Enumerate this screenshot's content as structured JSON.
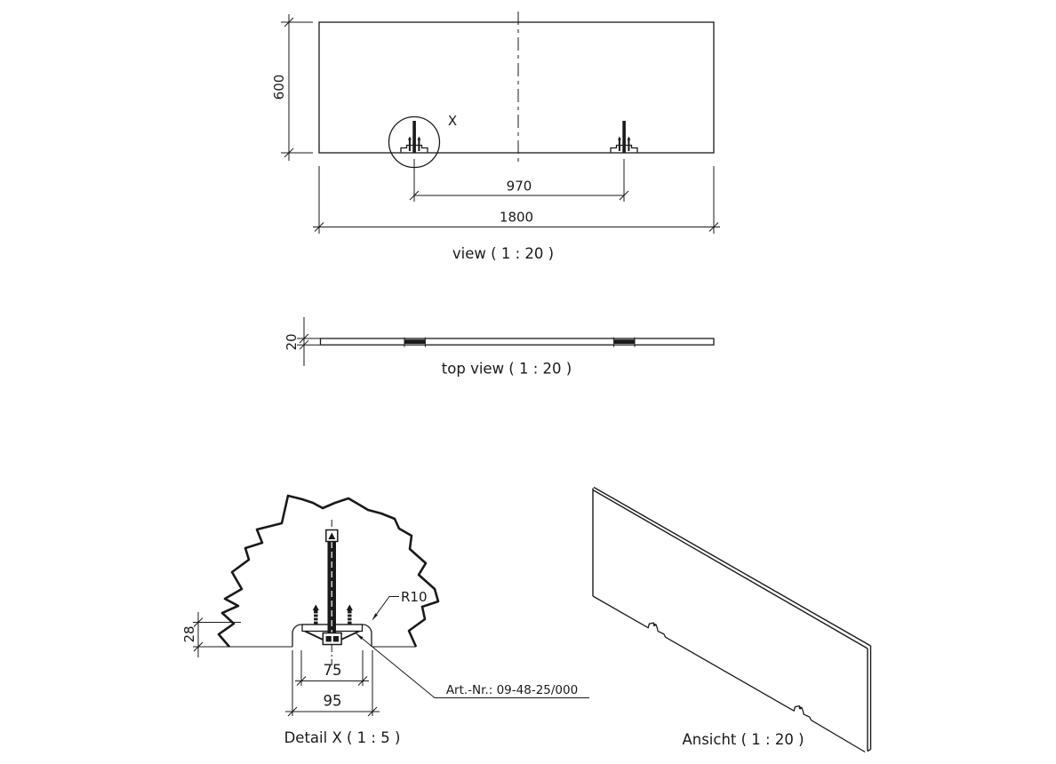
{
  "views": {
    "front": {
      "label": "view ( 1 : 20 )",
      "detail_marker": "X",
      "dim_height": "600",
      "dim_bracket_spacing": "970",
      "dim_width": "1800"
    },
    "top": {
      "label": "top view ( 1 : 20 )",
      "dim_thickness": "20"
    },
    "detail": {
      "label": "Detail X ( 1 : 5 )",
      "dim_depth": "28",
      "dim_inner_width": "75",
      "dim_outer_width": "95",
      "radius_callout": "R10",
      "part_number_callout": "Art.-Nr.: 09-48-25/000"
    },
    "iso": {
      "label": "Ansicht ( 1 : 20 )"
    }
  },
  "colors": {
    "line": "#1a1a1a",
    "background": "#ffffff"
  }
}
